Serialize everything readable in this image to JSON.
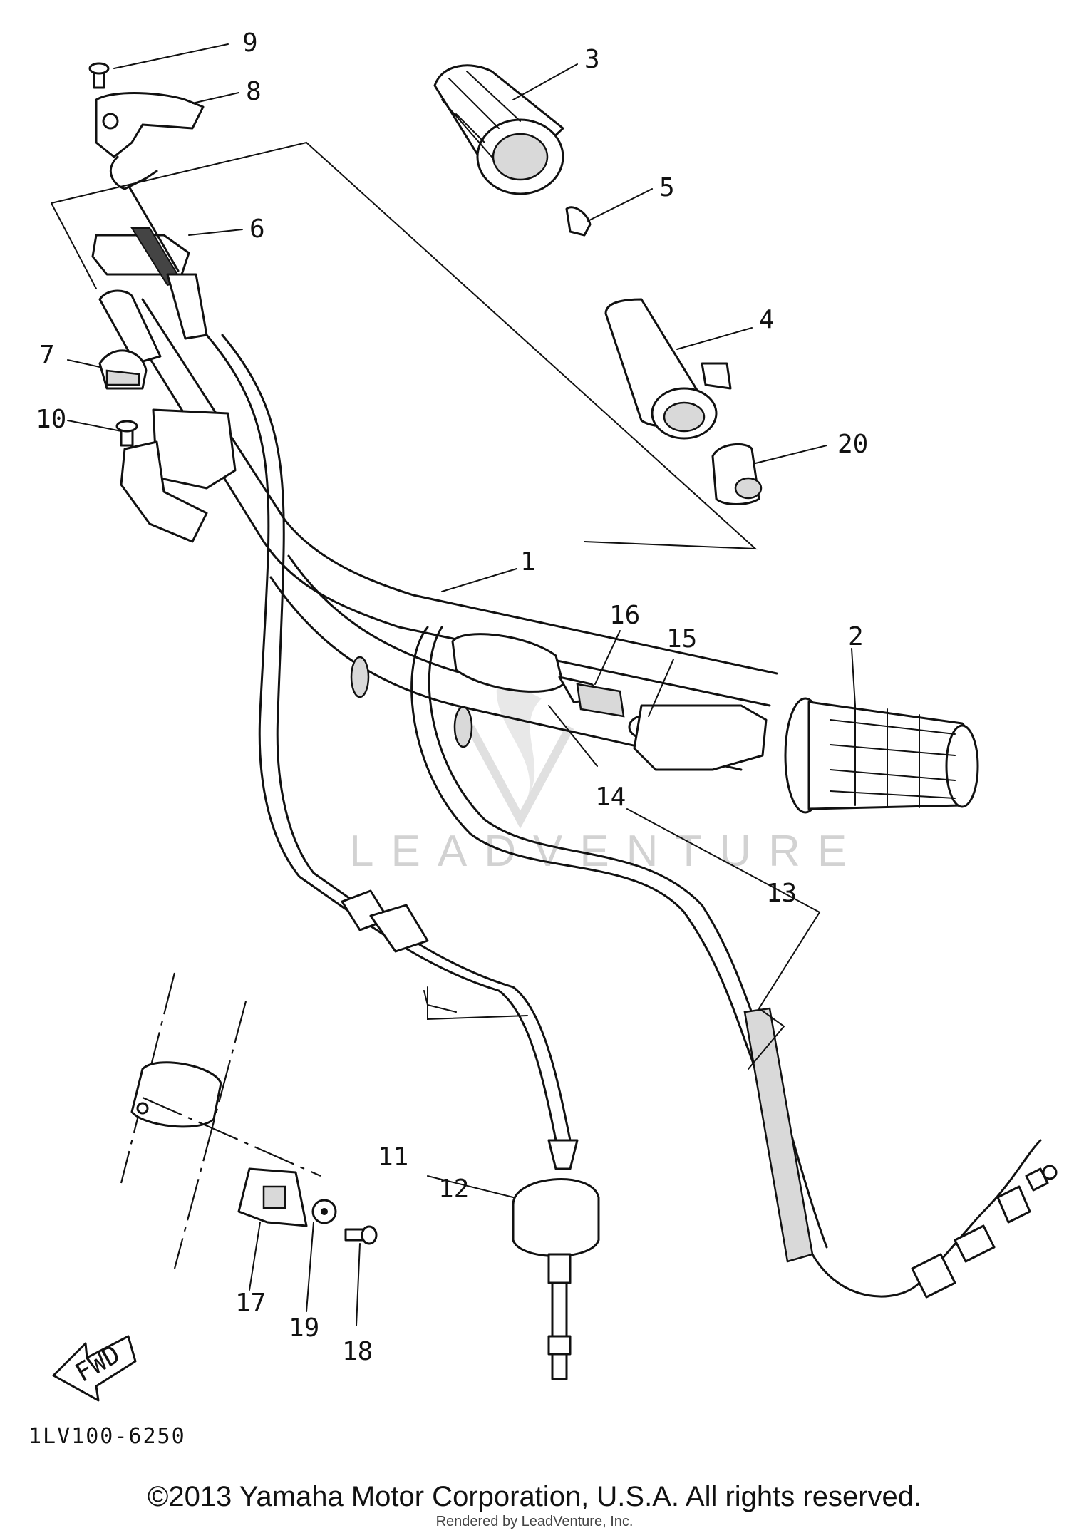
{
  "diagram": {
    "callouts": [
      {
        "id": "1",
        "label": "1"
      },
      {
        "id": "2",
        "label": "2"
      },
      {
        "id": "3",
        "label": "3"
      },
      {
        "id": "4",
        "label": "4"
      },
      {
        "id": "5",
        "label": "5"
      },
      {
        "id": "6",
        "label": "6"
      },
      {
        "id": "7",
        "label": "7"
      },
      {
        "id": "8",
        "label": "8"
      },
      {
        "id": "9",
        "label": "9"
      },
      {
        "id": "10",
        "label": "10"
      },
      {
        "id": "11",
        "label": "11"
      },
      {
        "id": "12",
        "label": "12"
      },
      {
        "id": "13",
        "label": "13"
      },
      {
        "id": "14",
        "label": "14"
      },
      {
        "id": "15",
        "label": "15"
      },
      {
        "id": "16",
        "label": "16"
      },
      {
        "id": "17",
        "label": "17"
      },
      {
        "id": "18",
        "label": "18"
      },
      {
        "id": "19",
        "label": "19"
      },
      {
        "id": "20",
        "label": "20"
      }
    ],
    "direction_label": "FWD",
    "drawing_code": "1LV100-6250",
    "watermark": "LEADVENTURE"
  },
  "footer": {
    "copyright": "©2013 Yamaha Motor Corporation, U.S.A. All rights reserved.",
    "rendered_by": "Rendered by LeadVenture, Inc."
  }
}
